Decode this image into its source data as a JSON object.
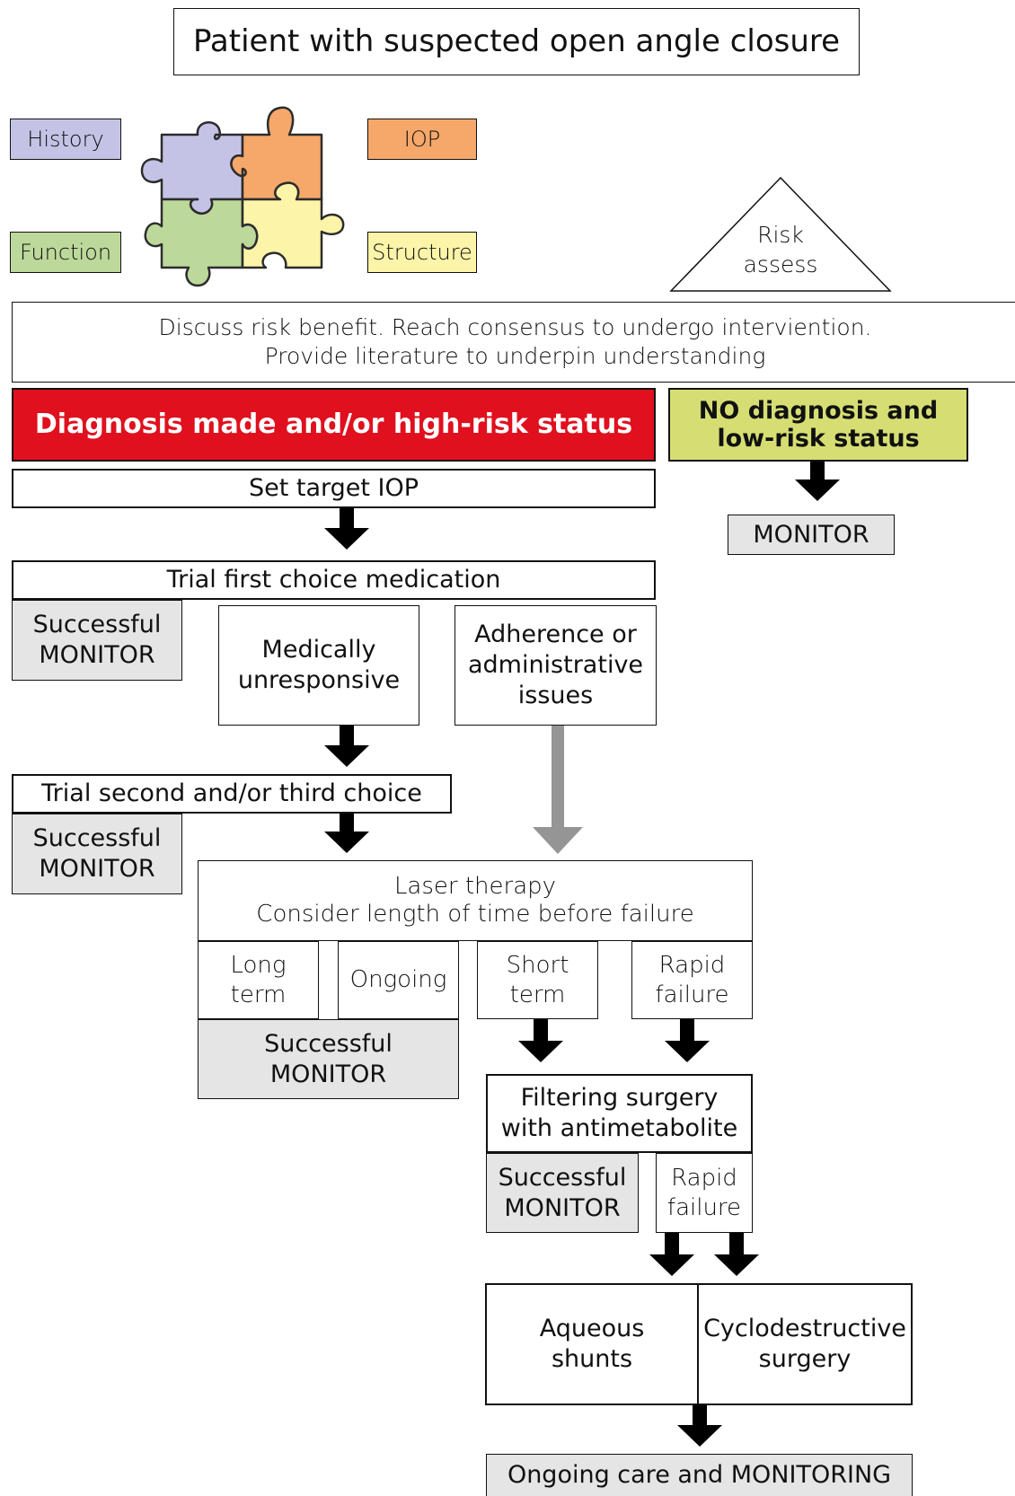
{
  "title": "Patient with suspected open angle closure",
  "inputs": {
    "history": "History",
    "iop": "IOP",
    "function": "Function",
    "structure": "Structure"
  },
  "risk": "Risk\nassess",
  "discuss": "Discuss risk benefit. Reach consensus to undergo interviention.\nProvide literature to underpin understanding",
  "diagnosis_high": "Diagnosis made and/or high-risk status",
  "no_diagnosis": "NO diagnosis and\nlow-risk status",
  "monitor": "MONITOR",
  "set_target": "Set target IOP",
  "trial_first": "Trial first choice medication",
  "successful_monitor": "Successful\nMONITOR",
  "medically_unresponsive": "Medically\nunresponsive",
  "adherence": "Adherence or\nadministrative\nissues",
  "trial_second": "Trial second and/or third choice",
  "laser": "Laser therapy\nConsider length of time before failure",
  "long_term": "Long\nterm",
  "ongoing": "Ongoing",
  "short_term": "Short\nterm",
  "rapid_failure": "Rapid\nfailure",
  "filtering": "Filtering surgery\nwith antimetabolite",
  "aqueous": "Aqueous\nshunts",
  "cyclo": "Cyclodestructive\nsurgery",
  "ongoing_care": "Ongoing care and MONITORING",
  "colors": {
    "history": "#c4c3e6",
    "iop": "#f5a86a",
    "function": "#bcd89a",
    "structure": "#fcf4a8",
    "diagnosis_high": "#e0101e",
    "no_diagnosis": "#d6de73",
    "grey": "#e4e5e4"
  }
}
